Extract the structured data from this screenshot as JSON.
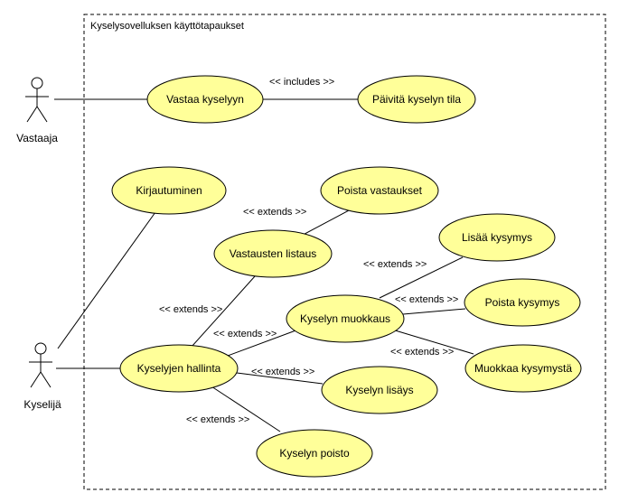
{
  "boundary": {
    "title": "Kyselysovelluksen käyttötapaukset"
  },
  "colors": {
    "usecase_fill": "#ffff99",
    "stroke": "#000000",
    "background": "#ffffff"
  },
  "actors": [
    {
      "id": "vastaaja",
      "label": "Vastaaja"
    },
    {
      "id": "kyselija",
      "label": "Kyselijä"
    }
  ],
  "usecases": [
    {
      "id": "vastaa",
      "label": "Vastaa kyselyyn"
    },
    {
      "id": "paivita",
      "label": "Päivitä kyselyn tila"
    },
    {
      "id": "kirjautuminen",
      "label": "Kirjautuminen"
    },
    {
      "id": "poista_vastaukset",
      "label": "Poista vastaukset"
    },
    {
      "id": "vastausten_listaus",
      "label": "Vastausten listaus"
    },
    {
      "id": "lisaa_kysymys",
      "label": "Lisää kysymys"
    },
    {
      "id": "kyselyn_muokkaus",
      "label": "Kyselyn muokkaus"
    },
    {
      "id": "poista_kysymys",
      "label": "Poista kysymys"
    },
    {
      "id": "kyselyjen_hallinta",
      "label": "Kyselyjen hallinta"
    },
    {
      "id": "muokkaa_kysymysta",
      "label": "Muokkaa kysymystä"
    },
    {
      "id": "kyselyn_lisays",
      "label": "Kyselyn lisäys"
    },
    {
      "id": "kyselyn_poisto",
      "label": "Kyselyn poisto"
    }
  ],
  "relations": [
    {
      "id": "r_includes",
      "label": "<< includes >>"
    },
    {
      "id": "r_ext_poista_vastaukset",
      "label": "<< extends >>"
    },
    {
      "id": "r_ext_vastausten_listaus",
      "label": "<< extends >>"
    },
    {
      "id": "r_ext_kyselyn_muokkaus",
      "label": "<< extends >>"
    },
    {
      "id": "r_ext_lisaa_kysymys",
      "label": "<< extends >>"
    },
    {
      "id": "r_ext_poista_kysymys",
      "label": "<< extends >>"
    },
    {
      "id": "r_ext_muokkaa_kysymysta",
      "label": "<< extends >>"
    },
    {
      "id": "r_ext_kyselyn_lisays",
      "label": "<< extends >>"
    },
    {
      "id": "r_ext_kyselyn_poisto",
      "label": "<< extends >>"
    }
  ]
}
